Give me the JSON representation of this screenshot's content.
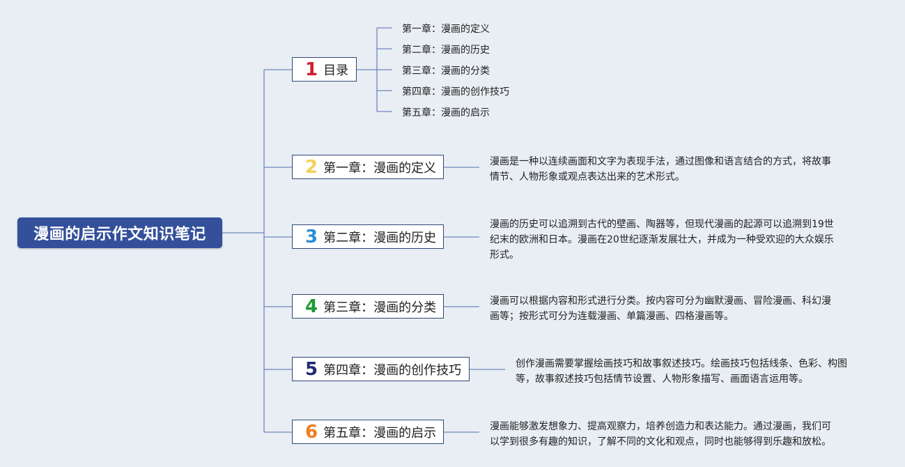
{
  "root": {
    "title": "漫画的启示作文知识笔记"
  },
  "branches": [
    {
      "num": "1",
      "num_color": "#d0212f",
      "label": "目录"
    },
    {
      "num": "2",
      "num_color": "#f2d15a",
      "label": "第一章：漫画的定义"
    },
    {
      "num": "3",
      "num_color": "#2a8fd6",
      "label": "第二章：漫画的历史"
    },
    {
      "num": "4",
      "num_color": "#1f9a33",
      "label": "第三章：漫画的分类"
    },
    {
      "num": "5",
      "num_color": "#222a70",
      "label": "第四章：漫画的创作技巧"
    },
    {
      "num": "6",
      "num_color": "#ef7d22",
      "label": "第五章：漫画的启示"
    }
  ],
  "toc_items": [
    "第一章：漫画的定义",
    "第二章：漫画的历史",
    "第三章：漫画的分类",
    "第四章：漫画的创作技巧",
    "第五章：漫画的启示"
  ],
  "descriptions": [
    "漫画是一种以连续画面和文字为表现手法，通过图像和语言结合的方式，将故事情节、人物形象或观点表达出来的艺术形式。",
    "漫画的历史可以追溯到古代的壁画、陶器等，但现代漫画的起源可以追溯到19世纪末的欧洲和日本。漫画在20世纪逐渐发展壮大，并成为一种受欢迎的大众娱乐形式。",
    "漫画可以根据内容和形式进行分类。按内容可分为幽默漫画、冒险漫画、科幻漫画等；按形式可分为连载漫画、单篇漫画、四格漫画等。",
    "创作漫画需要掌握绘画技巧和故事叙述技巧。绘画技巧包括线条、色彩、构图等，故事叙述技巧包括情节设置、人物形象描写、画面语言运用等。",
    "漫画能够激发想象力、提高观察力，培养创造力和表达能力。通过漫画，我们可以学到很多有趣的知识，了解不同的文化和观点，同时也能够得到乐趣和放松。"
  ],
  "colors": {
    "root_bg": "#34509b",
    "box_border": "#2f4577",
    "line": "#6f86bd",
    "background": "#e8eef3"
  }
}
